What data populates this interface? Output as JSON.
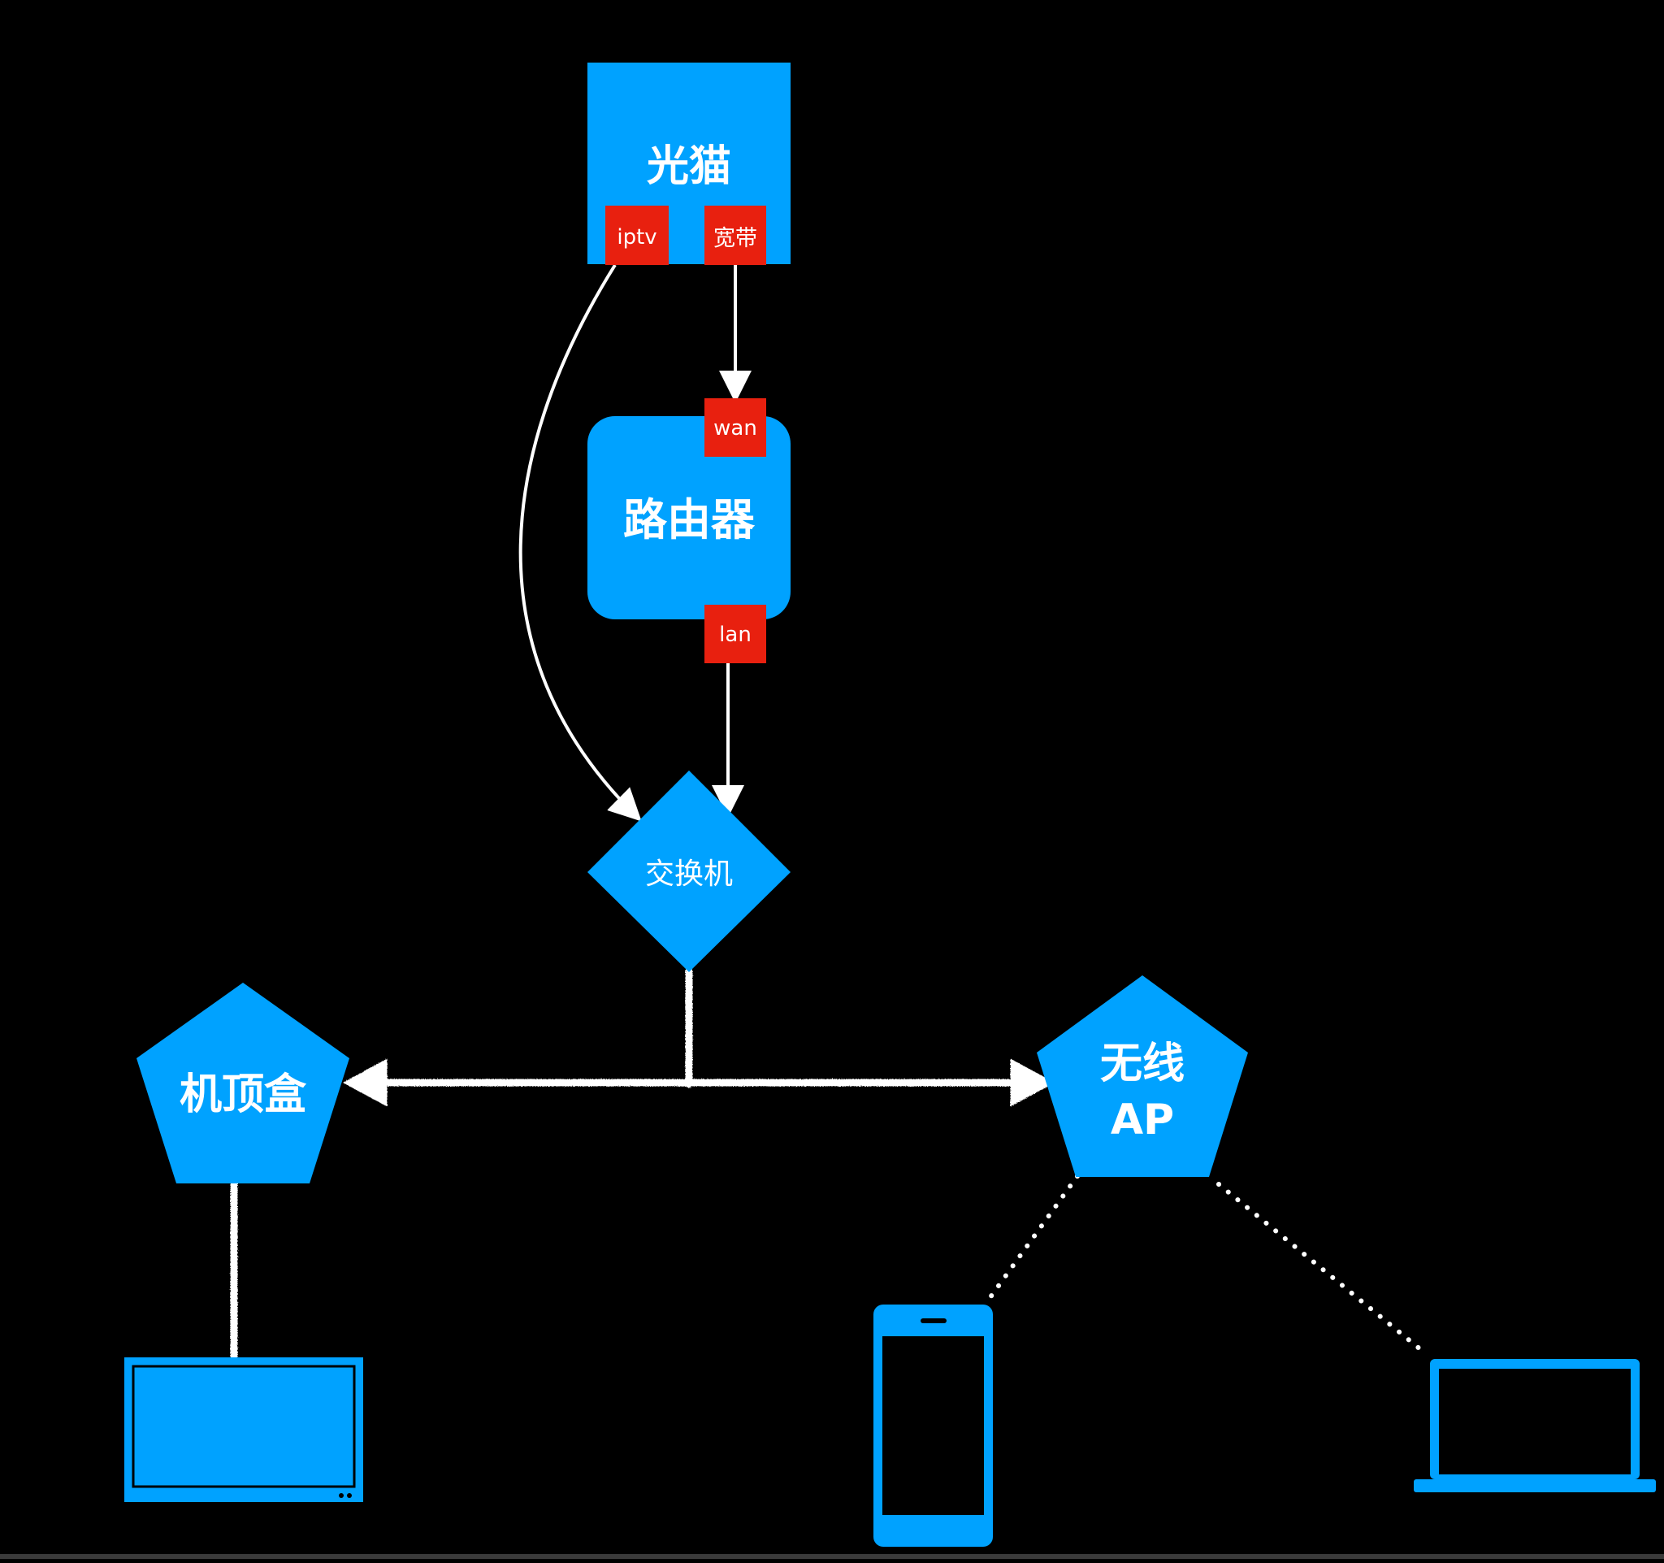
{
  "colors": {
    "background": "#000000",
    "node_fill": "#00a2ff",
    "port_fill": "#e8200f",
    "text": "#ffffff",
    "link": "#ffffff"
  },
  "nodes": {
    "modem": {
      "label": "光猫",
      "ports": {
        "iptv": "iptv",
        "broadband": "宽带"
      }
    },
    "router": {
      "label": "路由器",
      "ports": {
        "wan": "wan",
        "lan": "lan"
      }
    },
    "switch": {
      "label": "交换机"
    },
    "settop_box": {
      "label": "机顶盒"
    },
    "wireless_ap": {
      "label_line1": "无线",
      "label_line2": "AP"
    }
  },
  "devices": {
    "tv": "tv-icon",
    "phone": "smartphone-icon",
    "laptop": "laptop-icon"
  }
}
